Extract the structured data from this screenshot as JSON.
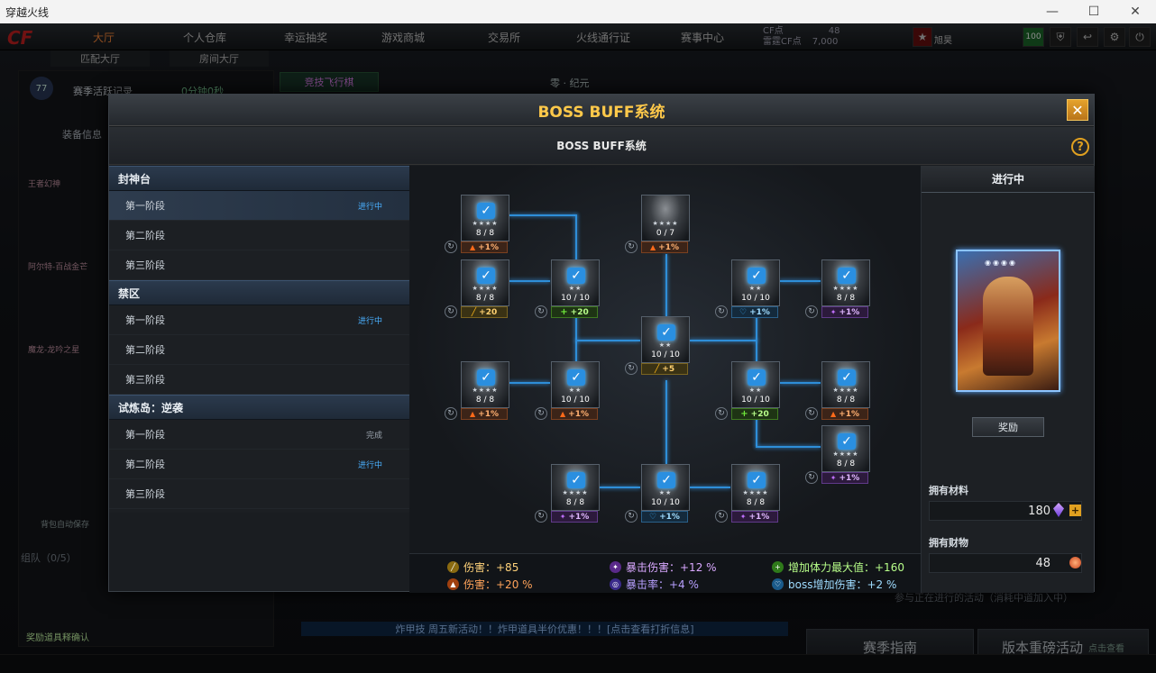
{
  "window": {
    "title": "穿越火线",
    "min": "—",
    "max": "☐",
    "close": "✕"
  },
  "nav": {
    "logo": "CF",
    "tabs": [
      "大厅",
      "个人仓库",
      "幸运抽奖",
      "游戏商城",
      "交易所",
      "火线通行证",
      "赛事中心"
    ],
    "subtabs": [
      "匹配大厅",
      "房间大厅"
    ],
    "cf_label": "CF点",
    "cf_value": "48",
    "cf_label2": "雷霆CF点",
    "cf_value2": "7,000",
    "user": "旭昊",
    "level": "100"
  },
  "background": {
    "season_record": "赛季活跃记录",
    "season_time": "0分钟0秒",
    "level_badge": "77",
    "ticket": "竞技飞行棋",
    "center_title": "零 · 纪元",
    "equip_title": "装备信息",
    "weapon1": "王者幻神",
    "weapon2": "阿尔特-百战金芒",
    "weapon3": "魔龙-龙吟之星",
    "team": "组队（0/5）",
    "confirm": "奖励道具释确认",
    "banner": "炸甲技 周五新活动！！炸甲道具半价优惠！！！[点击查看打折信息]",
    "btn_guide": "赛季指南",
    "btn_event": "版本重磅活动",
    "btn_event_sub": "点击查看",
    "notice": "参与正在进行的活动（消耗中道加入中）",
    "group": "组队",
    "autosave": "背包自动保存"
  },
  "modal": {
    "title": "BOSS BUFF系统",
    "subtitle": "BOSS BUFF系统",
    "close": "✕",
    "help": "?",
    "groups": [
      {
        "name": "封神台",
        "stages": [
          {
            "name": "第一阶段",
            "status": "进行中",
            "selected": true
          },
          {
            "name": "第二阶段",
            "status": ""
          },
          {
            "name": "第三阶段",
            "status": ""
          }
        ]
      },
      {
        "name": "禁区",
        "stages": [
          {
            "name": "第一阶段",
            "status": "进行中"
          },
          {
            "name": "第二阶段",
            "status": ""
          },
          {
            "name": "第三阶段",
            "status": ""
          }
        ]
      },
      {
        "name": "试炼岛：逆袭",
        "stages": [
          {
            "name": "第一阶段",
            "status": "完成"
          },
          {
            "name": "第二阶段",
            "status": "进行中"
          },
          {
            "name": "第三阶段",
            "status": ""
          }
        ]
      }
    ],
    "nodes": [
      {
        "count": "8 / 8",
        "stars": "★★★★",
        "buff": "+1%",
        "type": "fire",
        "checked": true
      },
      {
        "count": "0 / 7",
        "stars": "★★★★",
        "buff": "+1%",
        "type": "fire",
        "checked": false
      },
      {
        "count": "8 / 8",
        "stars": "★★★★",
        "buff": "+20",
        "type": "dmg",
        "checked": true
      },
      {
        "count": "10 / 10",
        "stars": "★★",
        "buff": "+20",
        "type": "hp",
        "checked": true
      },
      {
        "count": "10 / 10",
        "stars": "★★",
        "buff": "+1%",
        "type": "boss",
        "checked": true
      },
      {
        "count": "8 / 8",
        "stars": "★★★★",
        "buff": "+1%",
        "type": "crit",
        "checked": true
      },
      {
        "count": "10 / 10",
        "stars": "★★",
        "buff": "+5",
        "type": "dmg",
        "checked": true
      },
      {
        "count": "8 / 8",
        "stars": "★★★★",
        "buff": "+1%",
        "type": "fire",
        "checked": true
      },
      {
        "count": "10 / 10",
        "stars": "★★",
        "buff": "+1%",
        "type": "fire",
        "checked": true
      },
      {
        "count": "10 / 10",
        "stars": "★★",
        "buff": "+20",
        "type": "hp",
        "checked": true
      },
      {
        "count": "8 / 8",
        "stars": "★★★★",
        "buff": "+1%",
        "type": "fire",
        "checked": true
      },
      {
        "count": "8 / 8",
        "stars": "★★★★",
        "buff": "+1%",
        "type": "crit",
        "checked": true
      },
      {
        "count": "8 / 8",
        "stars": "★★★★",
        "buff": "+1%",
        "type": "crit",
        "checked": true
      },
      {
        "count": "10 / 10",
        "stars": "★★",
        "buff": "+1%",
        "type": "boss",
        "checked": true
      },
      {
        "count": "8 / 8",
        "stars": "★★★★",
        "buff": "+1%",
        "type": "crit",
        "checked": true
      }
    ],
    "summary": {
      "dmg": "伤害：+85",
      "fire": "伤害：+20 %",
      "critdmg": "暴击伤害：+12 %",
      "critrate": "暴击率：+4 %",
      "hp": "增加体力最大值：+160",
      "boss": "boss增加伤害：+2 %"
    },
    "right": {
      "status": "进行中",
      "reward_btn": "奖励",
      "material_label": "拥有材料",
      "material_value": "180",
      "wealth_label": "拥有财物",
      "wealth_value": "48"
    }
  },
  "colors": {
    "accent": "#ffc94a",
    "link": "#4ab0ff",
    "line": "#2e8ed8"
  }
}
